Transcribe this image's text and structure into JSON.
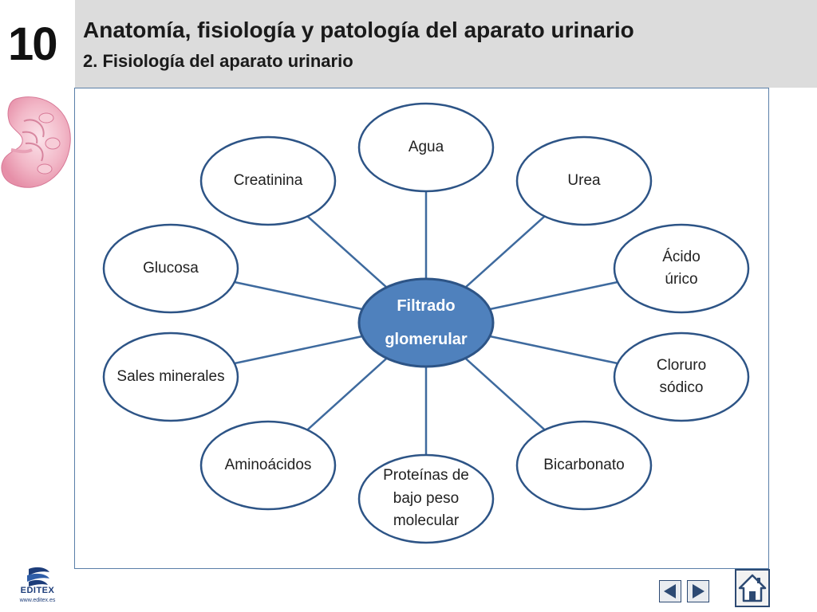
{
  "header": {
    "chapter_number": "10",
    "title": "Anatomía, fisiología y patología del aparato urinario",
    "subtitle": "2. Fisiología del aparato urinario"
  },
  "diagram": {
    "center": {
      "label": "Filtrado\nglomerular",
      "fill": "#4f81bd"
    },
    "nodes": [
      {
        "id": "agua",
        "label": "Agua"
      },
      {
        "id": "urea",
        "label": "Urea"
      },
      {
        "id": "acido-urico",
        "label": "Ácido\núrico"
      },
      {
        "id": "cloruro-sodico",
        "label": "Cloruro\nsódico"
      },
      {
        "id": "bicarbonato",
        "label": "Bicarbonato"
      },
      {
        "id": "proteinas",
        "label": "Proteínas de\nbajo peso\nmolecular"
      },
      {
        "id": "aminoacidos",
        "label": "Aminoácidos"
      },
      {
        "id": "sales-minerales",
        "label": "Sales minerales"
      },
      {
        "id": "glucosa",
        "label": "Glucosa"
      },
      {
        "id": "creatinina",
        "label": "Creatinina"
      }
    ],
    "colors": {
      "outline": "#2d5486",
      "connector": "#3e6a9e"
    }
  },
  "footer": {
    "logo_text": "EDITEX",
    "logo_url": "www.editex.es"
  }
}
